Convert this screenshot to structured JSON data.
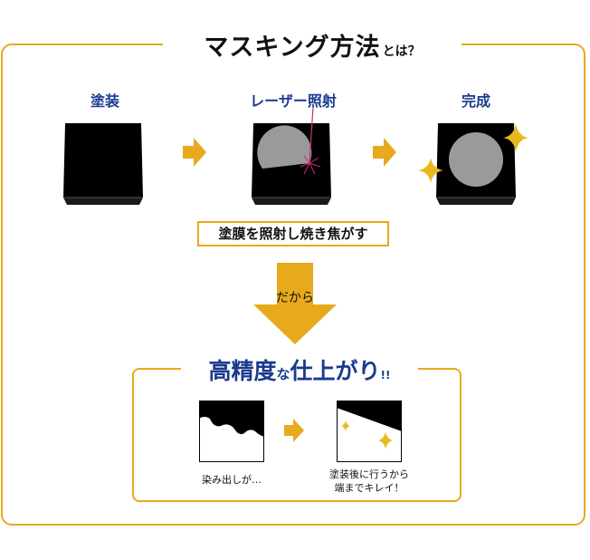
{
  "title": {
    "main": "マスキング方法",
    "sub": "とは？"
  },
  "steps": [
    {
      "label": "塗装"
    },
    {
      "label": "レーザー照射"
    },
    {
      "label": "完成"
    }
  ],
  "caption": "塗膜を照射し焼き焦がす",
  "connector": "だから",
  "result": {
    "title_part1": "高精度",
    "title_part2": "な",
    "title_part3": "仕上がり",
    "title_bang": "!!",
    "before_caption": "染み出しが…",
    "after_caption_line1": "塗装後に行うから",
    "after_caption_line2": "端までキレイ！"
  },
  "colors": {
    "accent": "#e8a91d",
    "navy": "#1b3a8e",
    "box": "#000000",
    "disc": "#9a9a9a",
    "laser": "#c8307a"
  }
}
